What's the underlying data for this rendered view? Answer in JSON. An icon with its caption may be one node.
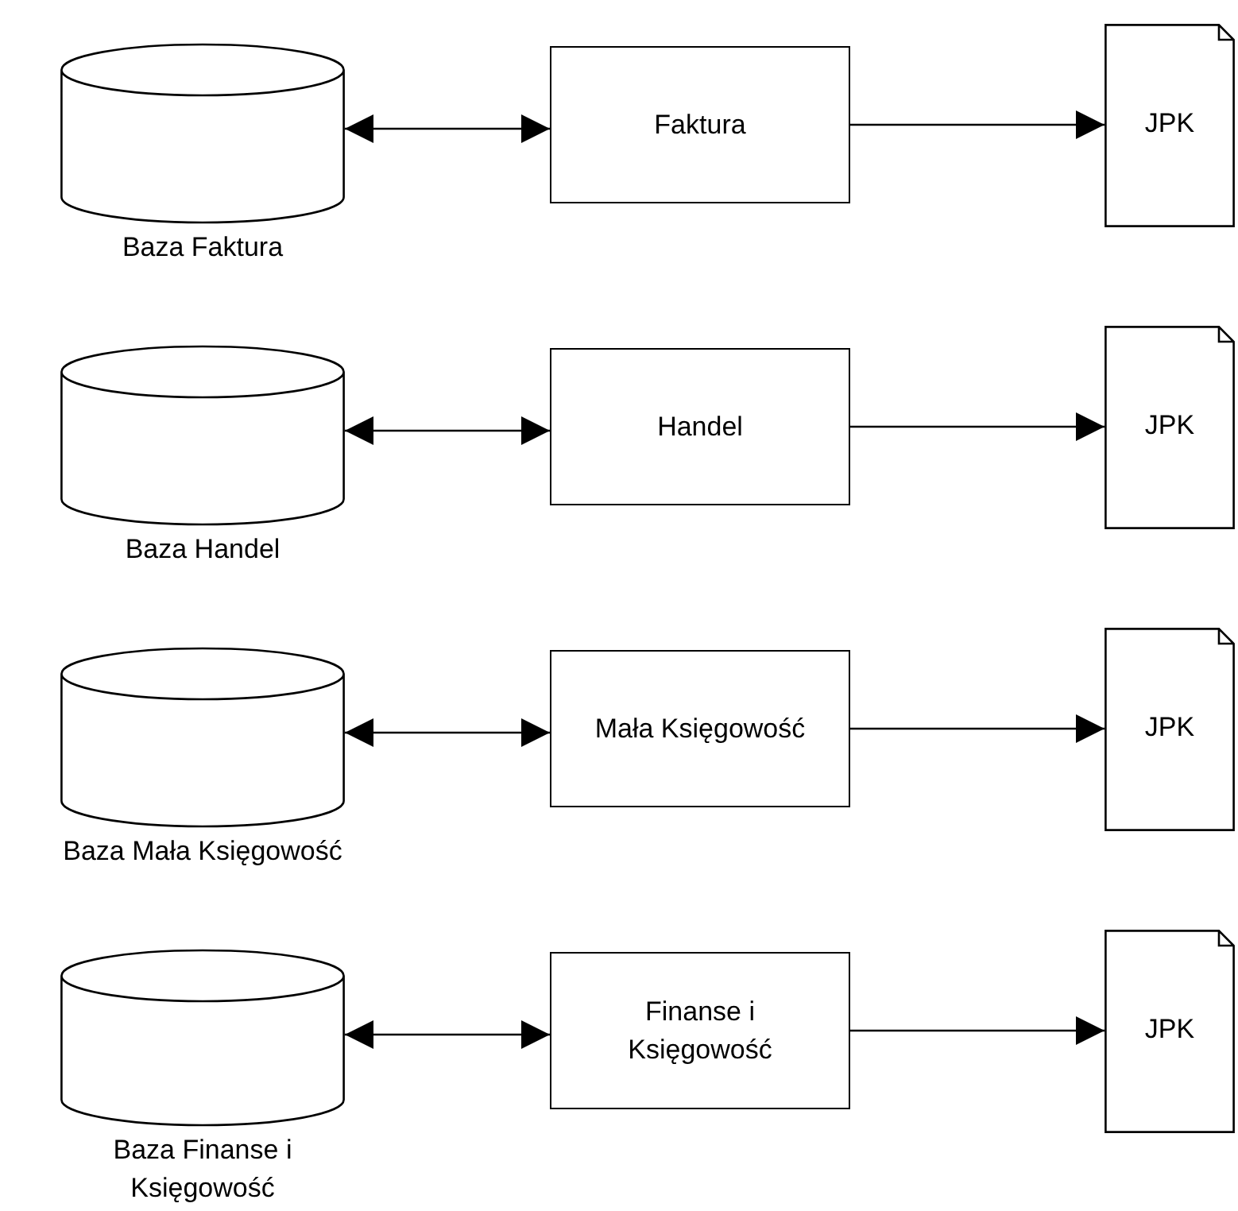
{
  "diagram": {
    "nodes": [
      {
        "text": [
          "Baza Faktura"
        ]
      },
      {
        "text": [
          "Faktura"
        ]
      },
      {
        "text": [
          "JPK"
        ]
      },
      {
        "text": [
          "Baza Handel"
        ]
      },
      {
        "text": [
          "Handel"
        ]
      },
      {
        "text": [
          "JPK"
        ]
      },
      {
        "text": [
          "Baza Mała Księgowość"
        ]
      },
      {
        "text": [
          "Mała Księgowość"
        ]
      },
      {
        "text": [
          "JPK"
        ]
      },
      {
        "text": [
          "Baza Finanse i Księgowość"
        ]
      },
      {
        "text": [
          "Finanse i Księgowość"
        ]
      },
      {
        "text": [
          "JPK"
        ]
      }
    ],
    "edges": [
      {
        "from": 0,
        "to": 1,
        "arrow": "both"
      },
      {
        "from": 1,
        "to": 2,
        "arrow": "to"
      },
      {
        "from": 3,
        "to": 4,
        "arrow": "both"
      },
      {
        "from": 4,
        "to": 5,
        "arrow": "to"
      },
      {
        "from": 6,
        "to": 7,
        "arrow": "both"
      },
      {
        "from": 7,
        "to": 8,
        "arrow": "to"
      },
      {
        "from": 9,
        "to": 10,
        "arrow": "both"
      },
      {
        "from": 10,
        "to": 11,
        "arrow": "to"
      }
    ]
  }
}
